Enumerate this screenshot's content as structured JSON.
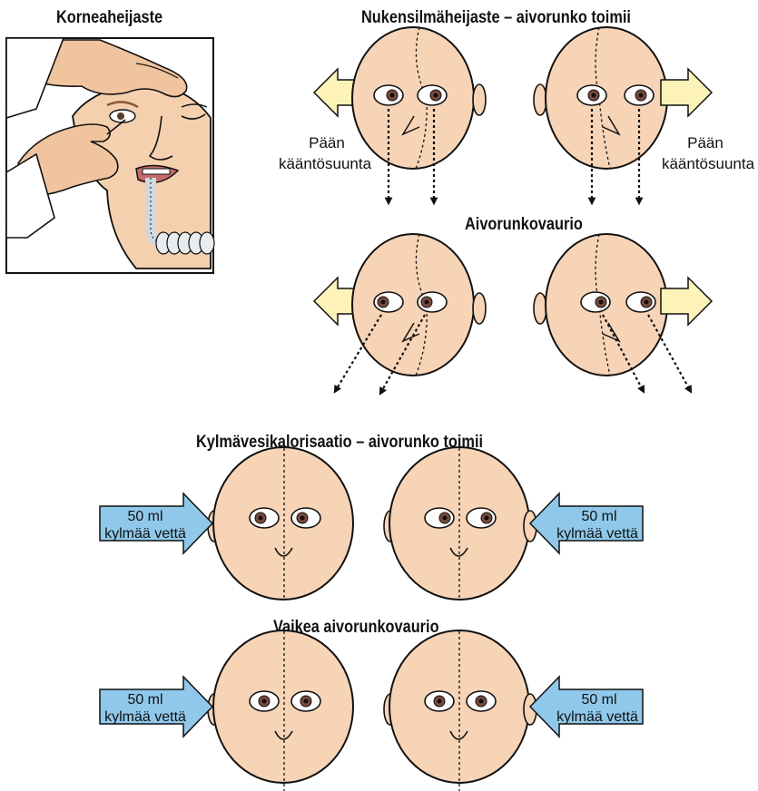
{
  "titles": {
    "corneal": "Korneaheijaste",
    "dolls_eye": "Nukensilmäheijaste – aivorunko toimii",
    "brainstem_damage": "Aivorunkovaurio",
    "caloric_normal": "Kylmävesikalorisaatio – aivorunko toimii",
    "caloric_severe": "Vaikea aivorunkovaurio"
  },
  "head_turn_label": [
    "Pään",
    "kääntösuunta"
  ],
  "water_label": [
    "50 ml",
    "kylmää vettä"
  ],
  "colors": {
    "skin": "#f7d4b6",
    "turn_arrow": "#fdf3b8",
    "water_arrow": "#8fc8ea",
    "iris": "#7a4a3a",
    "outline": "#111111"
  }
}
